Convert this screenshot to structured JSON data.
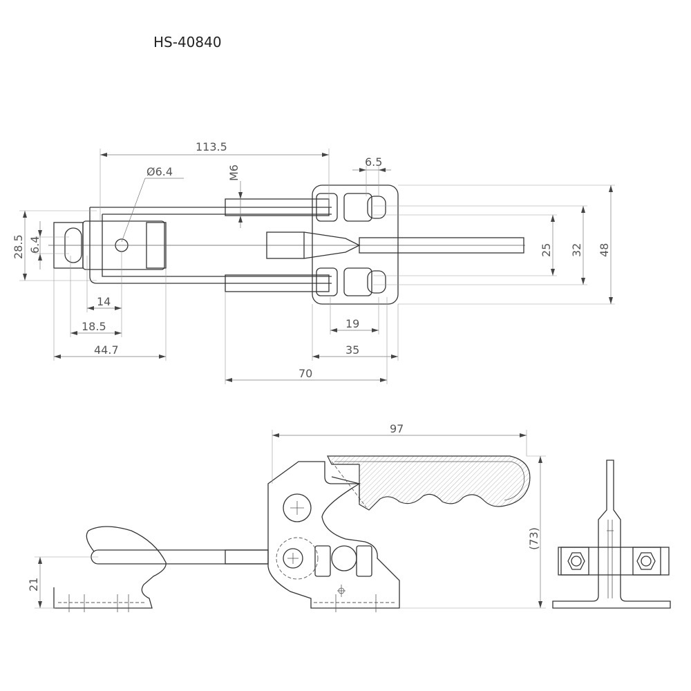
{
  "title": "HS-40840",
  "top_view": {
    "dims": {
      "overall_length": "113.5",
      "hole_dia": "Ø6.4",
      "thread": "M6",
      "nut_offset": "6.5",
      "height_28_5": "28.5",
      "slot_6_4": "6.4",
      "d14": "14",
      "d18_5": "18.5",
      "d44_7": "44.7",
      "d19": "19",
      "d35": "35",
      "d70": "70",
      "d25": "25",
      "d32": "32",
      "d48": "48"
    }
  },
  "side_view": {
    "dims": {
      "length_97": "97",
      "height_73": "(73)",
      "height_21": "21"
    }
  }
}
